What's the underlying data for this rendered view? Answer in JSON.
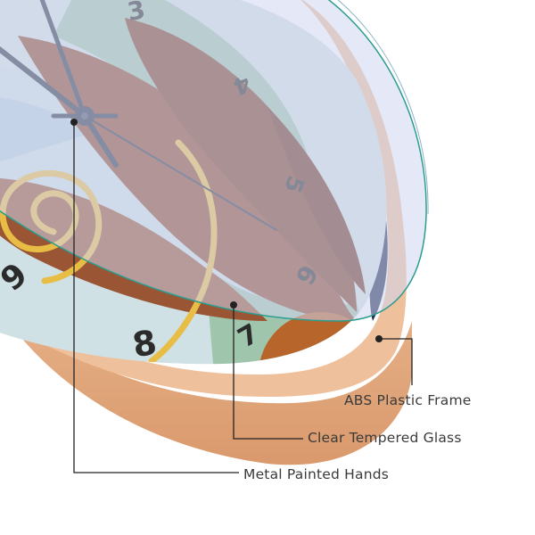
{
  "image": {
    "subject": "wall-clock-cutaway-detail",
    "background_color": "#ffffff",
    "colors": {
      "frame": "#e2aa82",
      "frame_shadow": "#c98a60",
      "frame_inner": "#f0c7a5",
      "bezel": "#1f2d4f",
      "glass_tint": "#cfd6f0",
      "glass_edge": "#2a9d8f",
      "dial_mint": "#9fc6ad",
      "dial_pale": "#d2e3e3",
      "dial_blue": "#b8d0de",
      "leaf_brown": "#8f4a2c",
      "leaf_brown_dark": "#6f3620",
      "gold": "#e8bd45",
      "hands": "#2b3547",
      "callout_line": "#222222",
      "label_text": "#3a3a3a"
    }
  },
  "dial": {
    "numerals": [
      "3",
      "4",
      "5",
      "6",
      "7",
      "8",
      "9"
    ]
  },
  "callouts": [
    {
      "id": "frame",
      "label": "ABS Plastic Frame"
    },
    {
      "id": "glass",
      "label": "Clear Tempered Glass"
    },
    {
      "id": "hands",
      "label": "Metal Painted Hands"
    }
  ]
}
